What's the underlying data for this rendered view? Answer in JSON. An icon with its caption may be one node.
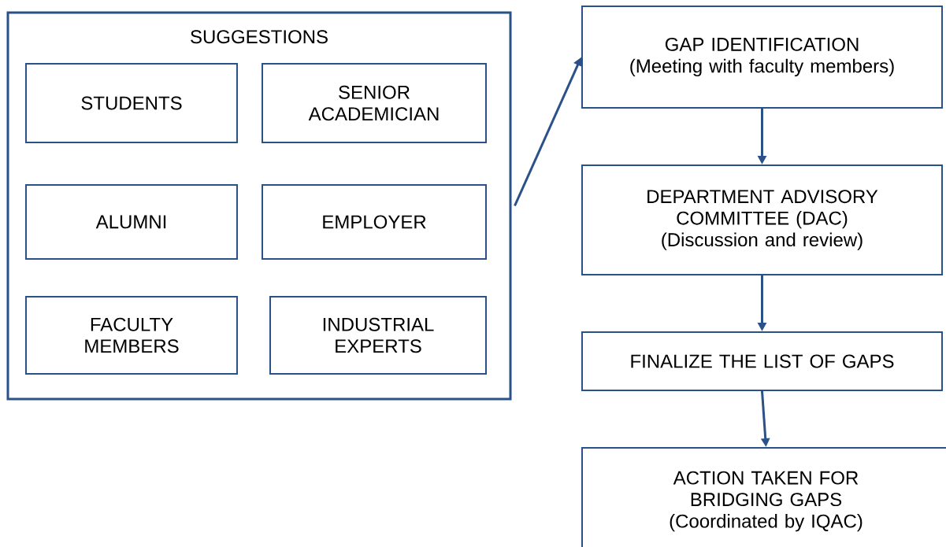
{
  "diagram": {
    "nodes": [
      {
        "text": [
          "SUGGESTIONS"
        ]
      },
      {
        "text": [
          "STUDENTS"
        ],
        "in": 0
      },
      {
        "text": [
          "SENIOR ACADEMICIAN"
        ],
        "in": 0
      },
      {
        "text": [
          "ALUMNI"
        ],
        "in": 0
      },
      {
        "text": [
          "EMPLOYER"
        ],
        "in": 0
      },
      {
        "text": [
          "FACULTY MEMBERS"
        ],
        "in": 0
      },
      {
        "text": [
          "INDUSTRIAL EXPERTS"
        ],
        "in": 0
      },
      {
        "text": [
          "GAP IDENTIFICATION",
          "(Meeting with faculty members)"
        ]
      },
      {
        "text": [
          "DEPARTMENT ADVISORY COMMITTEE (DAC)",
          "(Discussion and review)"
        ]
      },
      {
        "text": [
          "FINALIZE THE LIST OF GAPS"
        ]
      },
      {
        "text": [
          "ACTION TAKEN FOR BRIDGING GAPS",
          "(Coordinated by IQAC)"
        ]
      }
    ],
    "edges": [
      {
        "from": 0,
        "to": 7,
        "arrow": "to"
      },
      {
        "from": 7,
        "to": 8,
        "arrow": "to"
      },
      {
        "from": 8,
        "to": 9,
        "arrow": "to"
      },
      {
        "from": 9,
        "to": 10,
        "arrow": "to"
      }
    ]
  }
}
